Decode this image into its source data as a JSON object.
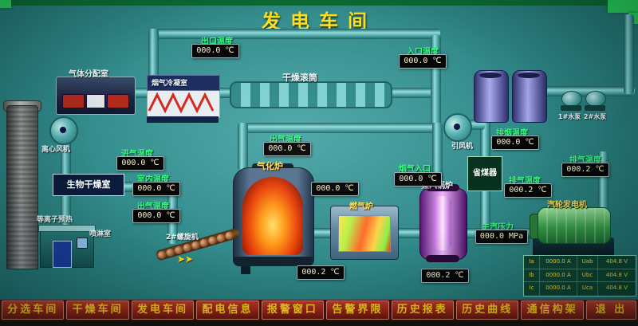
{
  "title": "发电车间",
  "labels": {
    "gas_distribution_room": "气体分配室",
    "centrifugal_fan": "离心风机",
    "flue_gas_condenser": "烟气冷凝室",
    "drying_drum": "干燥滚筒",
    "bio_drying_room": "生物干燥室",
    "plasma_preheater": "等离子预热",
    "spray_room": "喷淋室",
    "screw_conveyor_2": "2#螺旋机",
    "gasifier": "气化炉",
    "gas_furnace": "燃气炉",
    "steam_boiler": "蒸汽锅炉",
    "induced_draft_fan": "引风机",
    "economizer": "省煤器",
    "turbine_generator": "汽轮发电机",
    "pump_1": "1#水泵",
    "pump_2": "2#水泵"
  },
  "readings": {
    "outlet_temp": {
      "label": "出口温度",
      "value": "000.0 ℃"
    },
    "inlet_temp": {
      "label": "入口温度",
      "value": "000.0 ℃"
    },
    "intake_air_temp": {
      "label": "进气温度",
      "value": "000.0 ℃"
    },
    "room_temp": {
      "label": "室内温度",
      "value": "000.0 ℃"
    },
    "out_air_temp_left": {
      "label": "出气温度",
      "value": "000.0 ℃"
    },
    "out_air_temp_gasifier": {
      "label": "出气温度",
      "value": "000.0 ℃"
    },
    "gasifier_temp": {
      "value": "000.0 ℃"
    },
    "flue_gas_inlet_temp": {
      "label": "烟气入口",
      "value": "000.0 ℃"
    },
    "gas_furnace_temp": {
      "value": "000.2 ℃"
    },
    "boiler_temp": {
      "value": "000.2 ℃"
    },
    "smoke_exhaust_temp": {
      "label": "排烟温度",
      "value": "000.0 ℃"
    },
    "exhaust_temp_mid": {
      "label": "排气温度",
      "value": "000.2 ℃"
    },
    "exhaust_temp_right": {
      "label": "排气温度",
      "value": "000.2 ℃"
    },
    "main_steam_pressure": {
      "label": "主汽压力",
      "value": "000.0 MPa"
    }
  },
  "generator_panel": {
    "rows": [
      [
        "Ia",
        "0000.0 A",
        "Uab",
        "404.8 V"
      ],
      [
        "Ib",
        "0000.0 A",
        "Ubc",
        "404.8 V"
      ],
      [
        "Ic",
        "0000.0 A",
        "Uca",
        "404.8 V"
      ]
    ]
  },
  "nav": {
    "items": [
      "分选车间",
      "干燥车间",
      "发电车间",
      "配电信息",
      "报警窗口",
      "告警界限",
      "历史报表",
      "历史曲线",
      "通信构架",
      "退 出"
    ]
  },
  "misc": {
    "flow_arrows": "➤➤"
  },
  "colors": {
    "background_teal": "#2e8585",
    "label_green": "#35ff7e",
    "title_yellow": "#ffdd22",
    "nav_red": "#a32b1c",
    "display_bg": "#050505"
  }
}
